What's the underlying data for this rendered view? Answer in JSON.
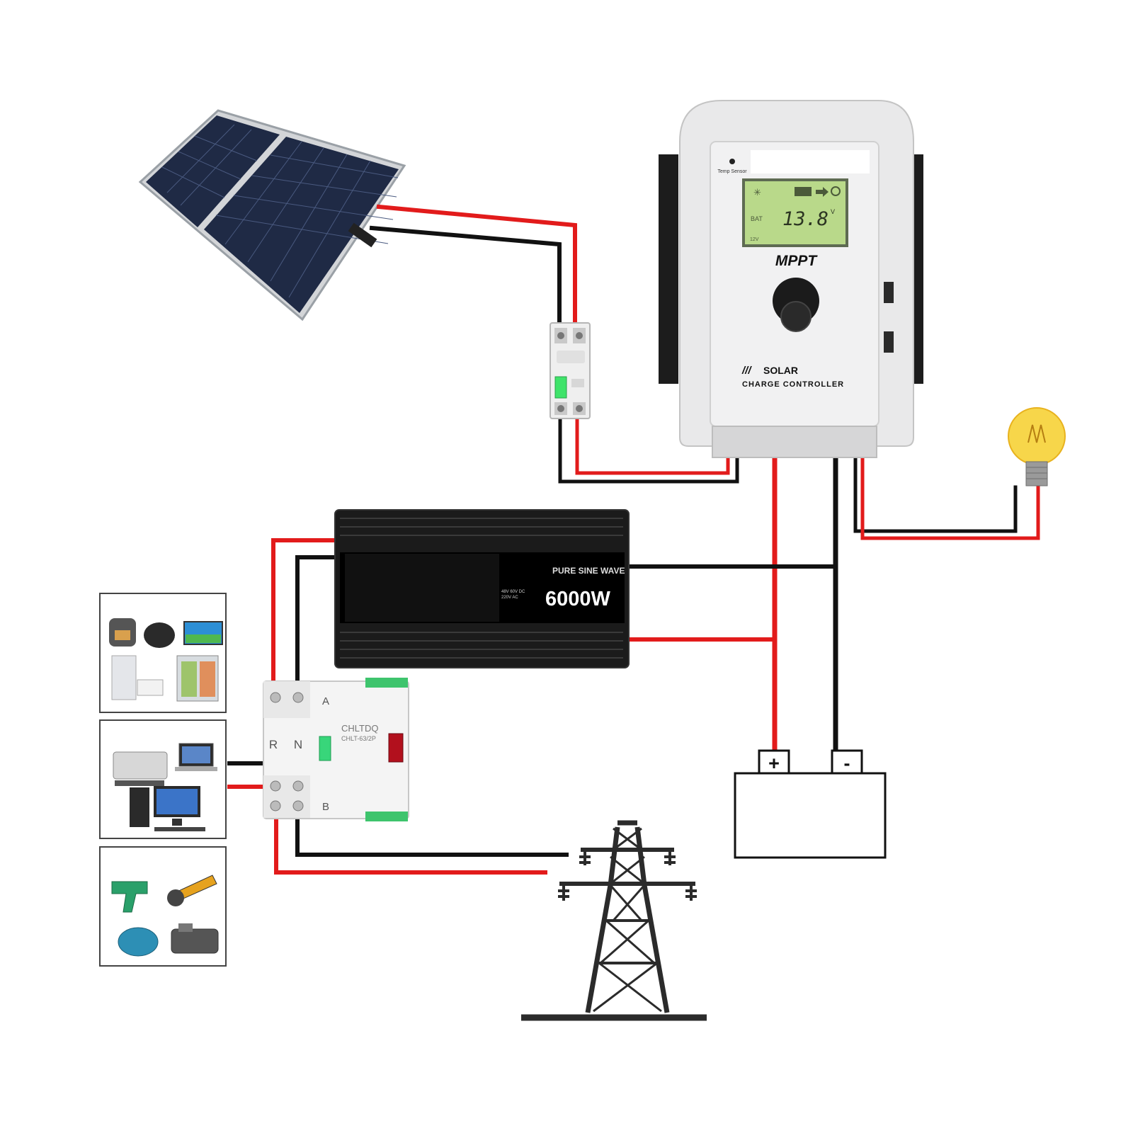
{
  "controller": {
    "temp_sensor_label": "Temp Sensor",
    "display_voltage": "13.8",
    "display_unit": "V",
    "display_bat_label": "BAT",
    "display_bottom_label": "12V",
    "mppt_label": "MPPT",
    "brand_line1": "SOLAR",
    "brand_line2": "CHARGE CONTROLLER"
  },
  "inverter": {
    "wave_label": "PURE SINE WAVE",
    "spec_line1": "48V 60V DC",
    "spec_line2": "220V AC",
    "power_label": "6000W"
  },
  "transfer_switch": {
    "brand": "CHLTDQ",
    "model": "CHLT-63/2P",
    "top_r": "R",
    "top_n": "N",
    "label_a": "A",
    "label_b": "B"
  },
  "battery": {
    "positive_symbol": "+",
    "negative_symbol": "-"
  },
  "colors": {
    "positive_wire": "#e21b1b",
    "negative_wire": "#111111",
    "controller_body": "#e9e9ea",
    "inverter_body": "#1b1b1b",
    "lcd_screen": "#b9d98a",
    "breaker_lever": "#3fe36a"
  }
}
